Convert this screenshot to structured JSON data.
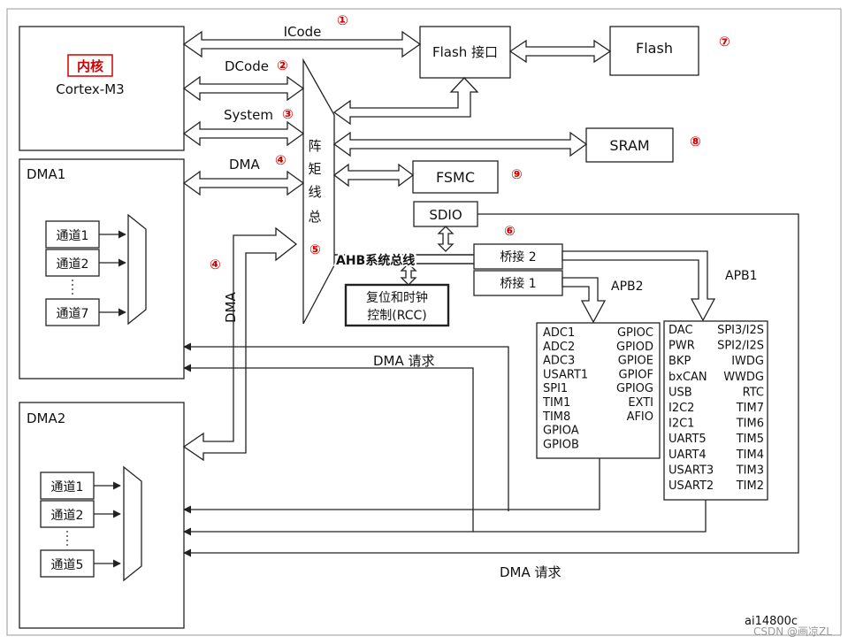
{
  "blocks": {
    "core_tag": "内核",
    "core_name": "Cortex-M3",
    "dma1": "DMA1",
    "dma2": "DMA2",
    "flash_if": "Flash 接口",
    "flash": "Flash",
    "sram": "SRAM",
    "fsmc": "FSMC",
    "sdio": "SDIO",
    "bus_matrix": [
      "总",
      "线",
      "矩",
      "阵"
    ],
    "ahb": "AHB系统总线",
    "bridge2": "桥接 2",
    "bridge1": "桥接 1",
    "rcc_line1": "复位和时钟",
    "rcc_line2": "控制(RCC)"
  },
  "buses": {
    "icode": "ICode",
    "dcode": "DCode",
    "system": "System",
    "dma": "DMA",
    "dma_vertical": "DMA",
    "apb1": "APB1",
    "apb2": "APB2",
    "dma_request_upper": "DMA 请求",
    "dma_request_lower": "DMA 请求"
  },
  "markers": {
    "m1": "①",
    "m2": "②",
    "m3": "③",
    "m4a": "④",
    "m4b": "④",
    "m5": "⑤",
    "m6": "⑥",
    "m7": "⑦",
    "m8": "⑧",
    "m9": "⑨"
  },
  "dma1_channels": [
    "通道1",
    "通道2",
    "通道7"
  ],
  "dma2_channels": [
    "通道1",
    "通道2",
    "通道5"
  ],
  "apb2_peripherals": {
    "left": [
      "ADC1",
      "ADC2",
      "ADC3",
      "USART1",
      "SPI1",
      "TIM1",
      "TIM8",
      "GPIOA",
      "GPIOB"
    ],
    "right": [
      "GPIOC",
      "GPIOD",
      "GPIOE",
      "GPIOF",
      "GPIOG",
      "EXTI",
      "AFIO"
    ]
  },
  "apb1_peripherals": {
    "left": [
      "DAC",
      "PWR",
      "BKP",
      "bxCAN",
      "USB",
      "I2C2",
      "I2C1",
      "UART5",
      "UART4",
      "USART3",
      "USART2"
    ],
    "right": [
      "SPI3/I2S",
      "SPI2/I2S",
      "IWDG",
      "WWDG",
      "RTC",
      "TIM7",
      "TIM6",
      "TIM5",
      "TIM4",
      "TIM3",
      "TIM2"
    ]
  },
  "footer": {
    "ref": "ai14800c",
    "watermark": "CSDN @画凉ZL"
  }
}
